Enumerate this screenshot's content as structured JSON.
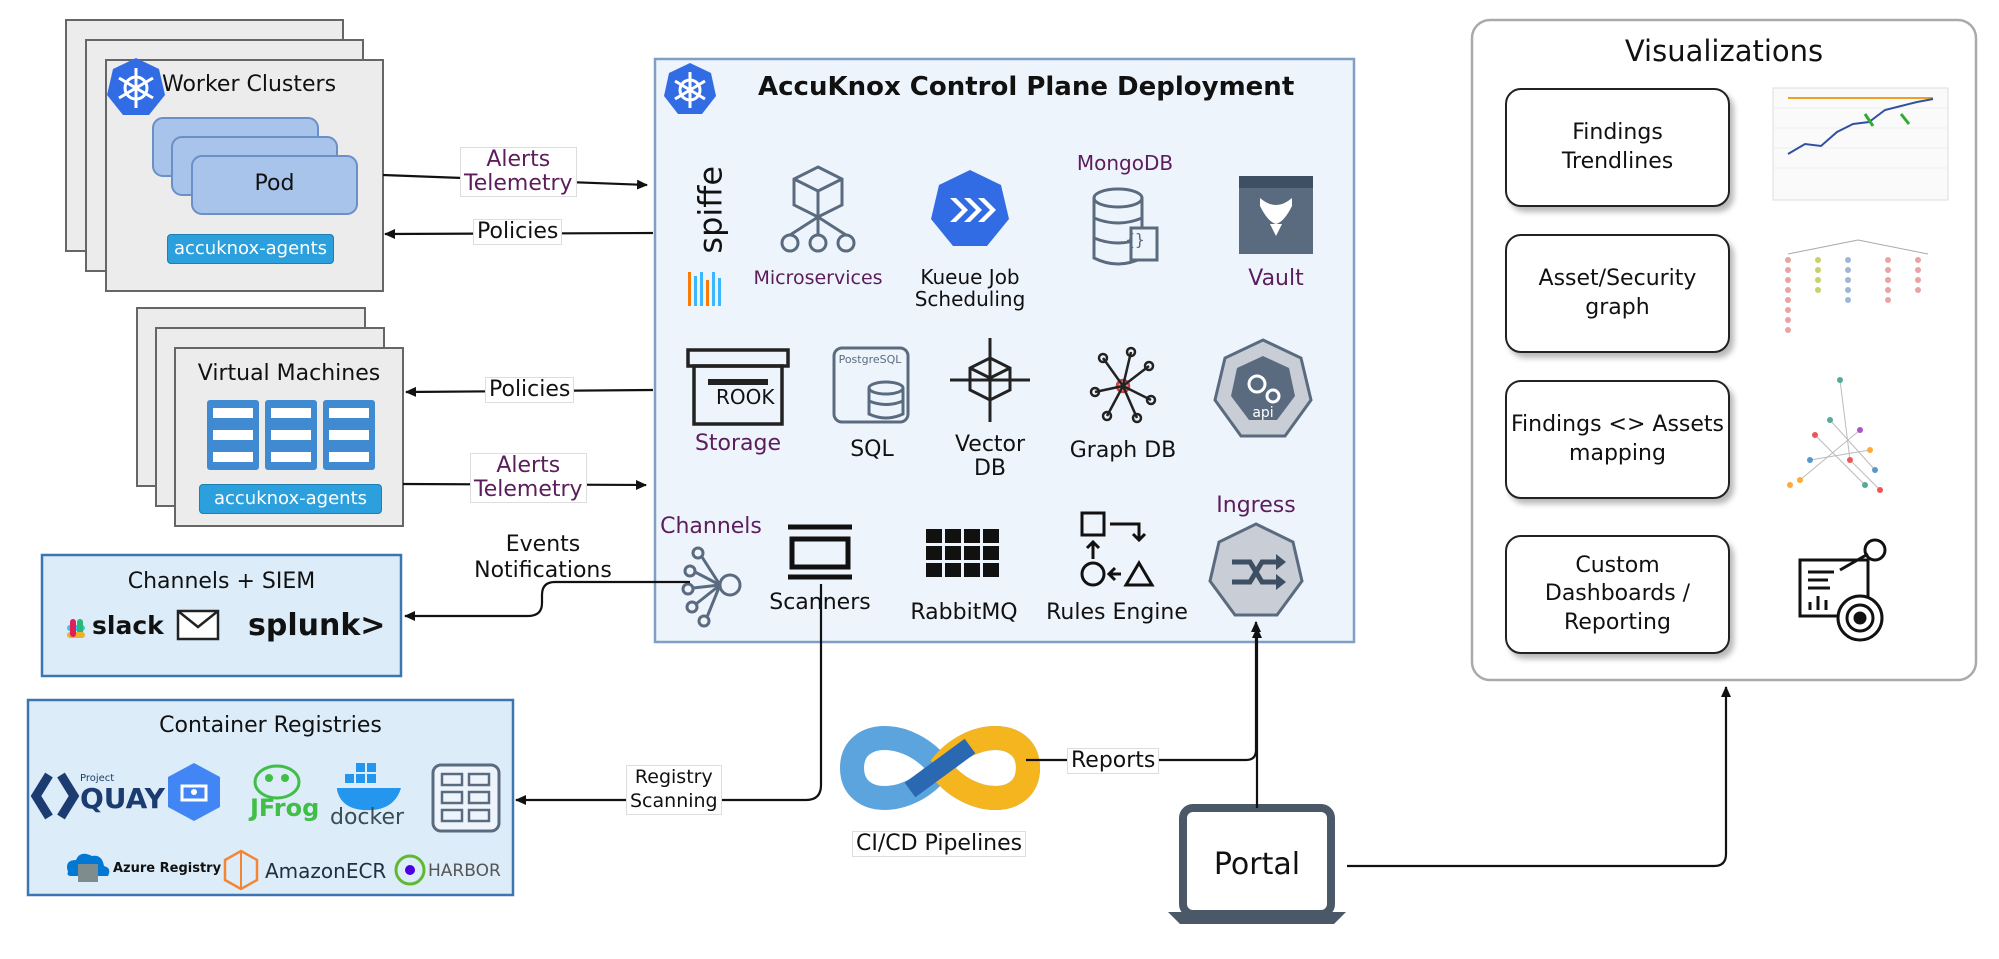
{
  "colors": {
    "panel_blue": "#eef4fc",
    "panel_border": "#7f9fc5",
    "light_blue_box": "#dcecf9",
    "agent_blue": "#2ba0dc",
    "pod_blue": "#a9c4ea",
    "icon_gray": "#3f4f63",
    "kueue_blue": "#326ce5",
    "k8s_blue": "#326ce5",
    "label_purple": "#5b1d5b"
  },
  "worker_clusters": {
    "title": "Worker Clusters",
    "pod_label": "Pod",
    "agents_label": "accuknox-agents"
  },
  "virtual_machines": {
    "title": "Virtual Machines",
    "agents_label": "accuknox-agents"
  },
  "channels_siem": {
    "title": "Channels + SIEM",
    "slack": "slack",
    "splunk": "splunk>"
  },
  "container_registries": {
    "title": "Container Registries",
    "quay_small": "Project",
    "quay": "QUAY",
    "jfrog": "JFrog",
    "docker": "docker",
    "azure": "Azure Registry",
    "amazon": "AmazonECR",
    "harbor": "HARBOR"
  },
  "control_plane": {
    "title": "AccuKnox Control Plane Deployment",
    "spiffe": "spiffe",
    "microservices": "Microservices",
    "kueue": "Kueue Job\nScheduling",
    "mongodb": "MongoDB",
    "vault": "Vault",
    "rook": "ROOK",
    "storage": "Storage",
    "postgres_small": "PostgreSQL",
    "sql": "SQL",
    "vector_db": "Vector\nDB",
    "graph_db": "Graph DB",
    "api": "api",
    "channels": "Channels",
    "scanners": "Scanners",
    "rabbitmq": "RabbitMQ",
    "rules_engine": "Rules Engine",
    "ingress": "Ingress"
  },
  "arrows": {
    "alerts_telemetry_1": "Alerts\nTelemetry",
    "policies_1": "Policies",
    "policies_2": "Policies",
    "alerts_telemetry_2": "Alerts\nTelemetry",
    "events_notifications": "Events\nNotifications",
    "registry_scanning": "Registry\nScanning",
    "reports": "Reports"
  },
  "cicd": {
    "label": "CI/CD Pipelines"
  },
  "portal": {
    "label": "Portal"
  },
  "visualizations": {
    "title": "Visualizations",
    "cards": [
      "Findings\nTrendlines",
      "Asset/Security\ngraph",
      "Findings <> Assets\nmapping",
      "Custom\nDashboards /\nReporting"
    ]
  }
}
